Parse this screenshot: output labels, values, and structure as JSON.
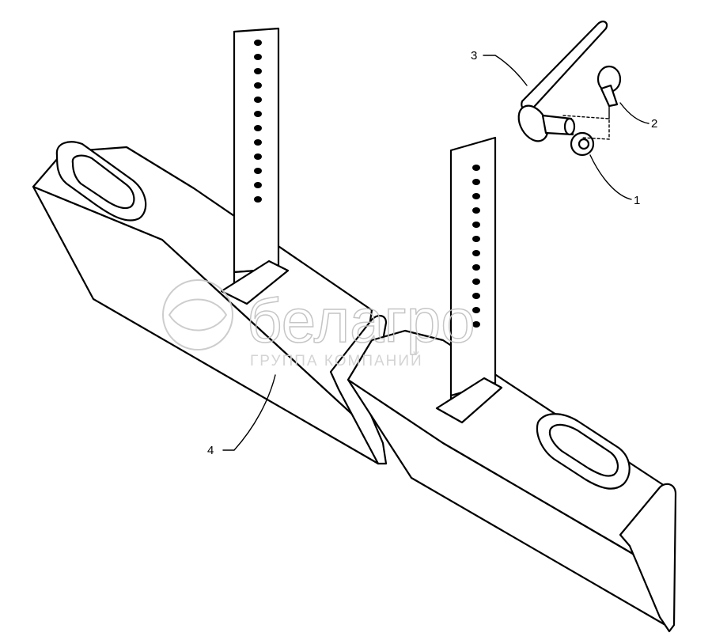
{
  "callouts": [
    {
      "id": "1",
      "label": "1"
    },
    {
      "id": "2",
      "label": "2"
    },
    {
      "id": "3",
      "label": "3"
    },
    {
      "id": "4",
      "label": "4"
    }
  ],
  "watermark": {
    "brand": "белагро",
    "subtitle": "ГРУППА КОМПАНИЙ"
  },
  "colors": {
    "line": "#000000",
    "watermark": "#bfbfbf"
  }
}
